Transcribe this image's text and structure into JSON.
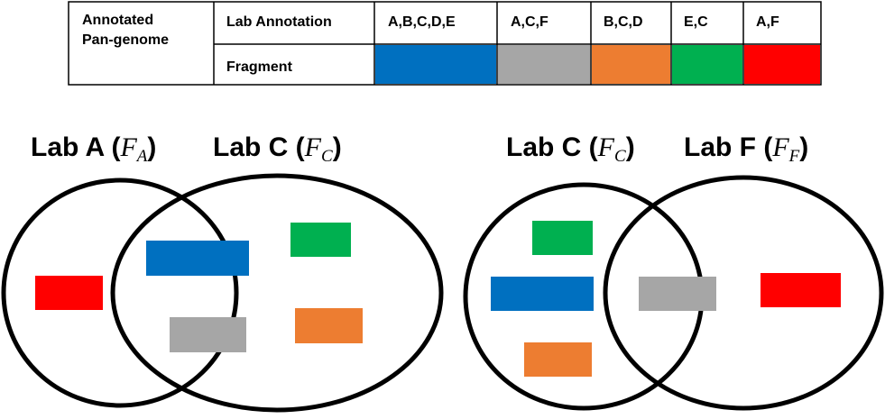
{
  "table": {
    "row_header": "Annotated Pan-genome",
    "row_header_lines": [
      "Annotated",
      "Pan-genome"
    ],
    "annotation_label": "Lab Annotation",
    "fragment_label": "Fragment",
    "columns": [
      {
        "annotation": "A,B,C,D,E",
        "color": "#0070C0"
      },
      {
        "annotation": "A,C,F",
        "color": "#A6A6A6"
      },
      {
        "annotation": "B,C,D",
        "color": "#ED7D31"
      },
      {
        "annotation": "E,C",
        "color": "#00B050"
      },
      {
        "annotation": "A,F",
        "color": "#FF0000"
      }
    ]
  },
  "venn_left": {
    "left_title": "Lab A",
    "left_symbol": "F",
    "left_subscript": "A",
    "right_title": "Lab C",
    "right_symbol": "F",
    "right_subscript": "C",
    "fragments": [
      {
        "color": "#FF0000",
        "region": "left-only"
      },
      {
        "color": "#0070C0",
        "region": "intersection"
      },
      {
        "color": "#A6A6A6",
        "region": "intersection"
      },
      {
        "color": "#00B050",
        "region": "right-only"
      },
      {
        "color": "#ED7D31",
        "region": "right-only"
      }
    ]
  },
  "venn_right": {
    "left_title": "Lab C",
    "left_symbol": "F",
    "left_subscript": "C",
    "right_title": "Lab F",
    "right_symbol": "F",
    "right_subscript": "F",
    "fragments": [
      {
        "color": "#00B050",
        "region": "left-only"
      },
      {
        "color": "#0070C0",
        "region": "left-only"
      },
      {
        "color": "#ED7D31",
        "region": "left-only"
      },
      {
        "color": "#A6A6A6",
        "region": "intersection"
      },
      {
        "color": "#FF0000",
        "region": "right-only"
      }
    ]
  }
}
